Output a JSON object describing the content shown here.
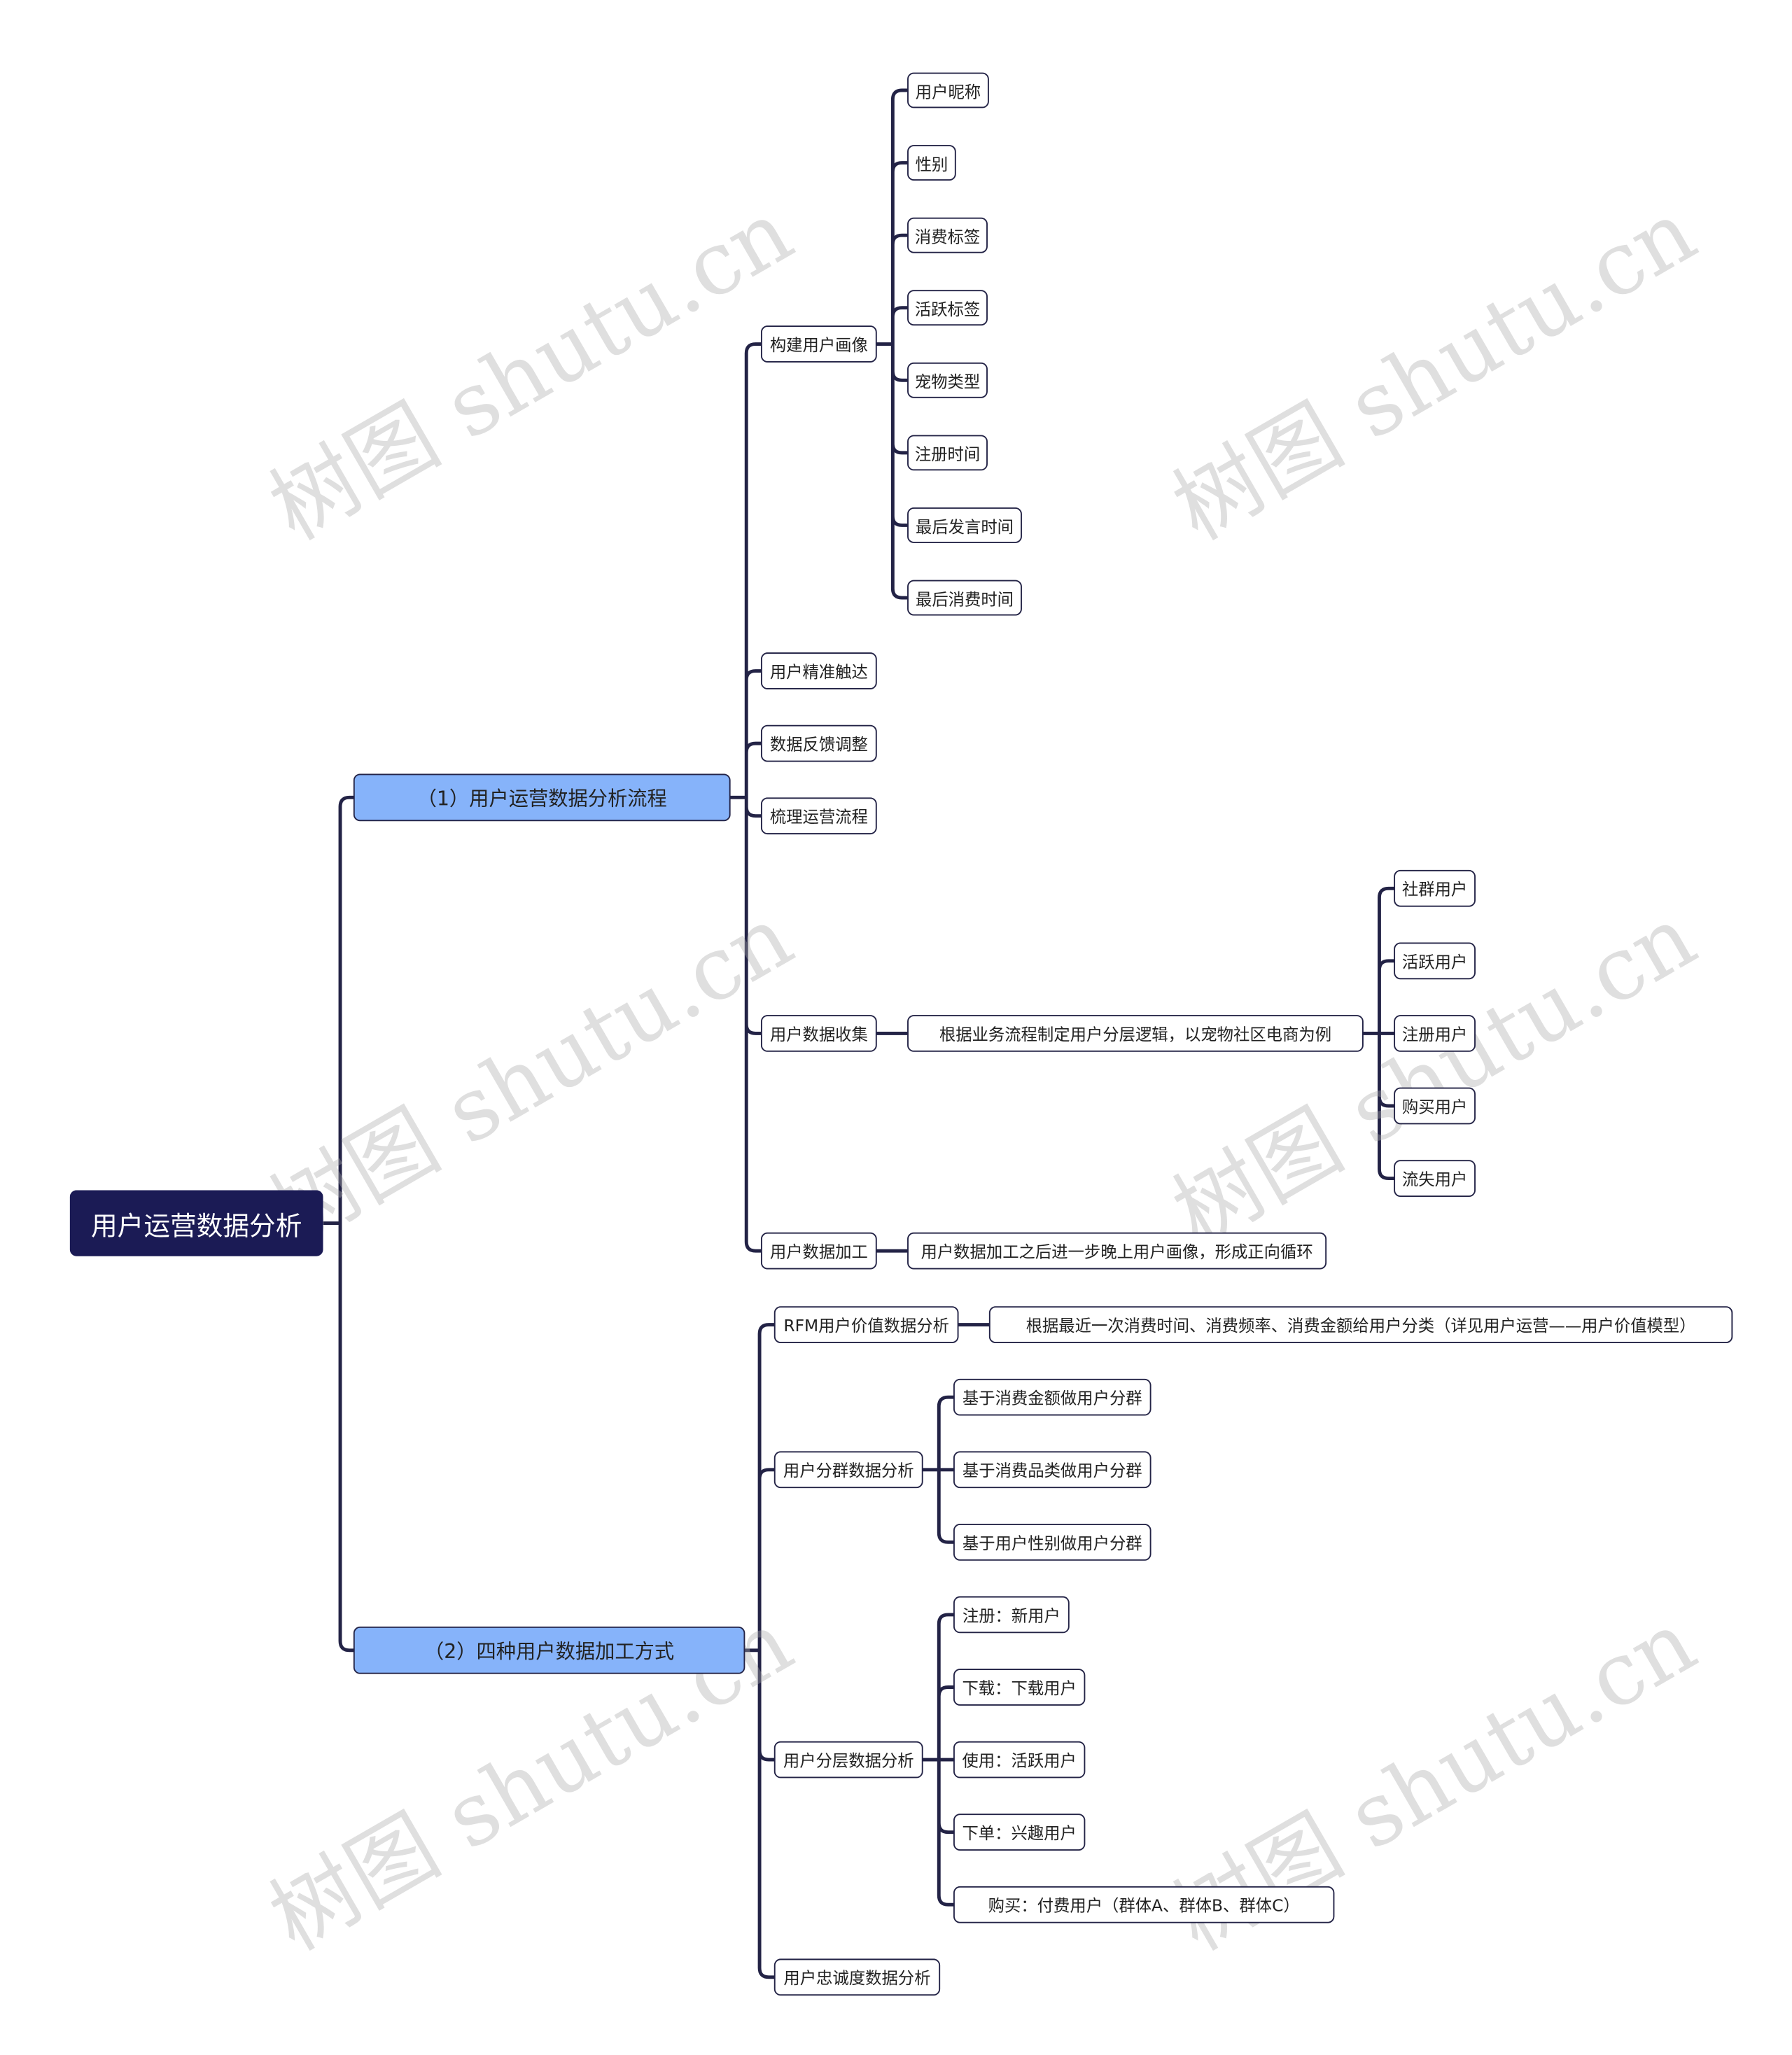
{
  "colors": {
    "root_fill": "#1b1b55",
    "main_fill": "#86b3fa",
    "line": "#232346",
    "node_border": "#232346",
    "watermark": "#aaaaaa"
  },
  "watermark": "树图 shutu.cn",
  "root": "用户运营数据分析",
  "branches": [
    {
      "label": "（1）用户运营数据分析流程",
      "children": [
        {
          "label": "构建用户画像",
          "children": [
            {
              "label": "用户昵称"
            },
            {
              "label": "性别"
            },
            {
              "label": "消费标签"
            },
            {
              "label": "活跃标签"
            },
            {
              "label": "宠物类型"
            },
            {
              "label": "注册时间"
            },
            {
              "label": "最后发言时间"
            },
            {
              "label": "最后消费时间"
            }
          ]
        },
        {
          "label": "用户精准触达"
        },
        {
          "label": "数据反馈调整"
        },
        {
          "label": "梳理运营流程"
        },
        {
          "label": "用户数据收集",
          "children": [
            {
              "label": "根据业务流程制定用户分层逻辑，以宠物社区电商为例",
              "children": [
                {
                  "label": "社群用户"
                },
                {
                  "label": "活跃用户"
                },
                {
                  "label": "注册用户"
                },
                {
                  "label": "购买用户"
                },
                {
                  "label": "流失用户"
                }
              ]
            }
          ]
        },
        {
          "label": "用户数据加工",
          "children": [
            {
              "label": "用户数据加工之后进一步晚上用户画像，形成正向循环"
            }
          ]
        }
      ]
    },
    {
      "label": "（2）四种用户数据加工方式",
      "children": [
        {
          "label": "RFM用户价值数据分析",
          "children": [
            {
              "label": "根据最近一次消费时间、消费频率、消费金额给用户分类（详见用户运营——用户价值模型）"
            }
          ]
        },
        {
          "label": "用户分群数据分析",
          "children": [
            {
              "label": "基于消费金额做用户分群"
            },
            {
              "label": "基于消费品类做用户分群"
            },
            {
              "label": "基于用户性别做用户分群"
            }
          ]
        },
        {
          "label": "用户分层数据分析",
          "children": [
            {
              "label": "注册：新用户"
            },
            {
              "label": "下载：下载用户"
            },
            {
              "label": "使用：活跃用户"
            },
            {
              "label": "下单：兴趣用户"
            },
            {
              "label": "购买：付费用户（群体A、群体B、群体C）"
            }
          ]
        },
        {
          "label": "用户忠诚度数据分析"
        }
      ]
    }
  ]
}
